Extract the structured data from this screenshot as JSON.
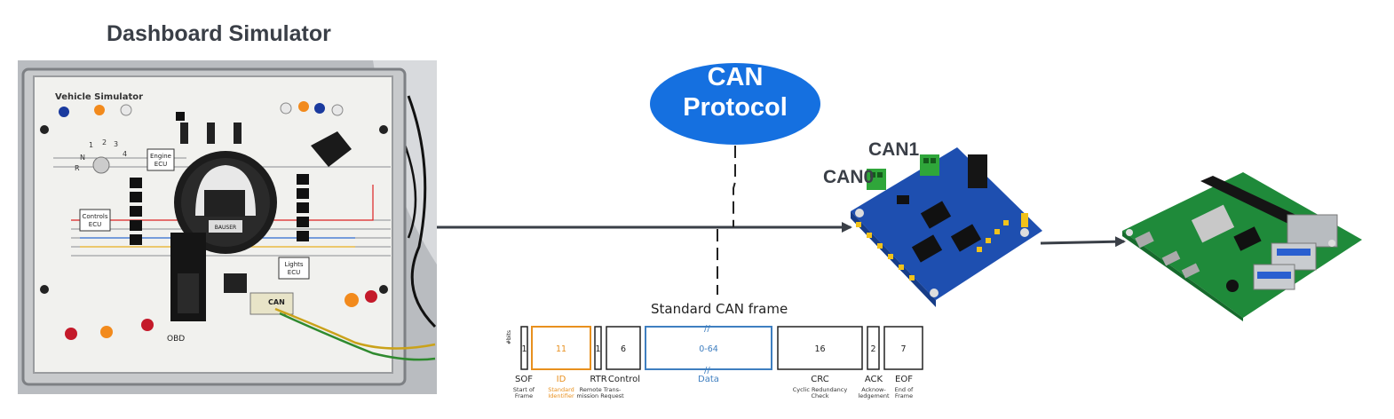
{
  "title": "Dashboard Simulator",
  "protocol_label": [
    "CAN",
    "Protocol"
  ],
  "can0_label": "CAN0",
  "can1_label": "CAN1",
  "photo": {
    "panel_title": "Vehicle Simulator",
    "engine_ecu": [
      "Engine",
      "ECU"
    ],
    "controls_ecu": [
      "Controls",
      "ECU"
    ],
    "lights_ecu": [
      "Lights",
      "ECU"
    ],
    "obd": "OBD",
    "bauser": "BAUSER",
    "can": "CAN",
    "gear_labels": [
      "N",
      "1",
      "2",
      "3",
      "4",
      "R"
    ]
  },
  "can_frame": {
    "title": "Standard CAN frame",
    "fields": [
      {
        "name": "SOF",
        "bits": "1",
        "desc": [
          "Start of",
          "Frame"
        ],
        "color": "#222222"
      },
      {
        "name": "ID",
        "bits": "11",
        "desc": [
          "Standard",
          "Identifier"
        ],
        "color": "#e8901e"
      },
      {
        "name": "RTR",
        "bits": "1",
        "desc": [
          "Remote Trans-",
          "mission Request"
        ],
        "color": "#222222"
      },
      {
        "name": "Control",
        "bits": "6",
        "desc": [],
        "color": "#222222"
      },
      {
        "name": "Data",
        "bits": "0-64",
        "desc": [],
        "color": "#3f7fc0"
      },
      {
        "name": "CRC",
        "bits": "16",
        "desc": [
          "Cyclic Redundancy",
          "Check"
        ],
        "color": "#222222"
      },
      {
        "name": "ACK",
        "bits": "2",
        "desc": [
          "Acknow-",
          "ledgement"
        ],
        "color": "#222222"
      },
      {
        "name": "EOF",
        "bits": "7",
        "desc": [
          "End of",
          "Frame"
        ],
        "color": "#222222"
      }
    ],
    "sof_side_label": "#bits"
  },
  "colors": {
    "ellipse": "#1570e0",
    "arrow": "#3a3f47",
    "hat_board": "#1e4fb0",
    "pi_board": "#1f8a3a"
  }
}
